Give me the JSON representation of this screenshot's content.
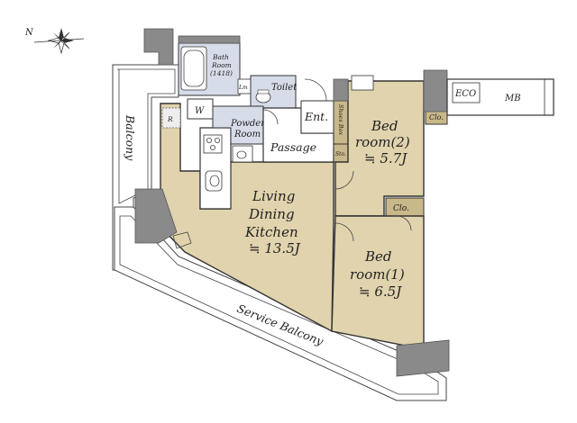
{
  "rooms": {
    "bath": {
      "line1": "Bath",
      "line2": "Room",
      "line3": "(1418)"
    },
    "toilet": "Toilet",
    "lm": "Lm",
    "powder": {
      "line1": "Powder",
      "line2": "Room"
    },
    "w": "W",
    "r": "R",
    "ent": "Ent.",
    "passage": "Passage",
    "shoes_box": "Shoes Box",
    "sto": "Sto.",
    "balcony": "Balcony",
    "ldk": {
      "line1": "Living",
      "line2": "Dining",
      "line3": "Kitchen",
      "area": "≒ 13.5J"
    },
    "bed2": {
      "line1": "Bed",
      "line2": "room(2)",
      "area": "≒ 5.7J"
    },
    "bed1": {
      "line1": "Bed",
      "line2": "room(1)",
      "area": "≒ 6.5J"
    },
    "clo_a": "Clo.",
    "clo_b": "Clo.",
    "service_balcony": "Service Balcony",
    "eco": "ECO",
    "mb": "MB"
  },
  "compass": {
    "north_label": "N"
  }
}
